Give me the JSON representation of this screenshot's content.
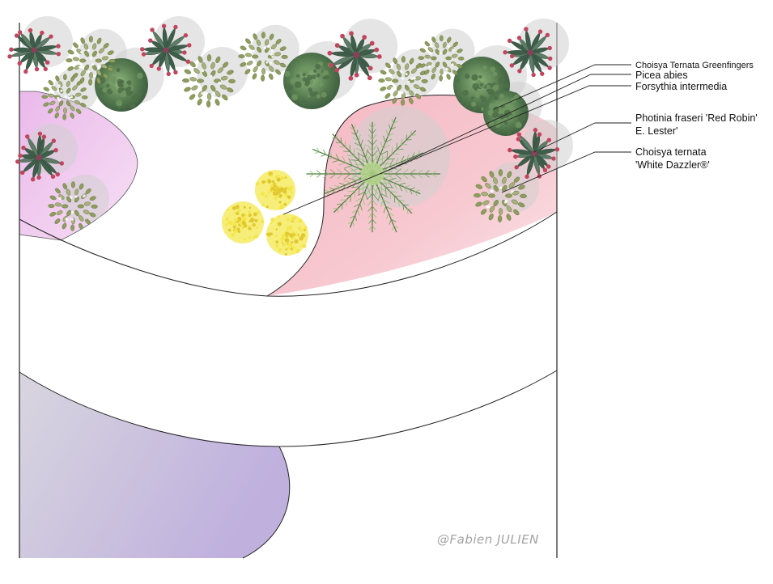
{
  "plants": {
    "choisya_greenfingers": "Choisya Ternata Greenfingers",
    "picea": "Picea abies",
    "forsythia": "Forsythia intermedia",
    "photinia_line1": "Photinia fraseri 'Red Robin'",
    "photinia_line2": "E. Lester'",
    "choisya_white_line1": "Choisya ternata",
    "choisya_white_line2": "'White Dazzler®'"
  },
  "signature": "@Fabien JULIEN",
  "colors": {
    "pink_bed": "#f4bcc6",
    "magenta_bed": "#eec3ec",
    "purple_bed": "#c0b2dc",
    "photinia_leaf": "#3e5e4a",
    "photinia_tip": "#c2455e",
    "choisya_leaf": "#8d9d5c",
    "mound_dark": "#4d6e48",
    "forsythia": "#f3e64a",
    "picea": "#5d9a4c",
    "shadow": "#cfcfcf"
  }
}
